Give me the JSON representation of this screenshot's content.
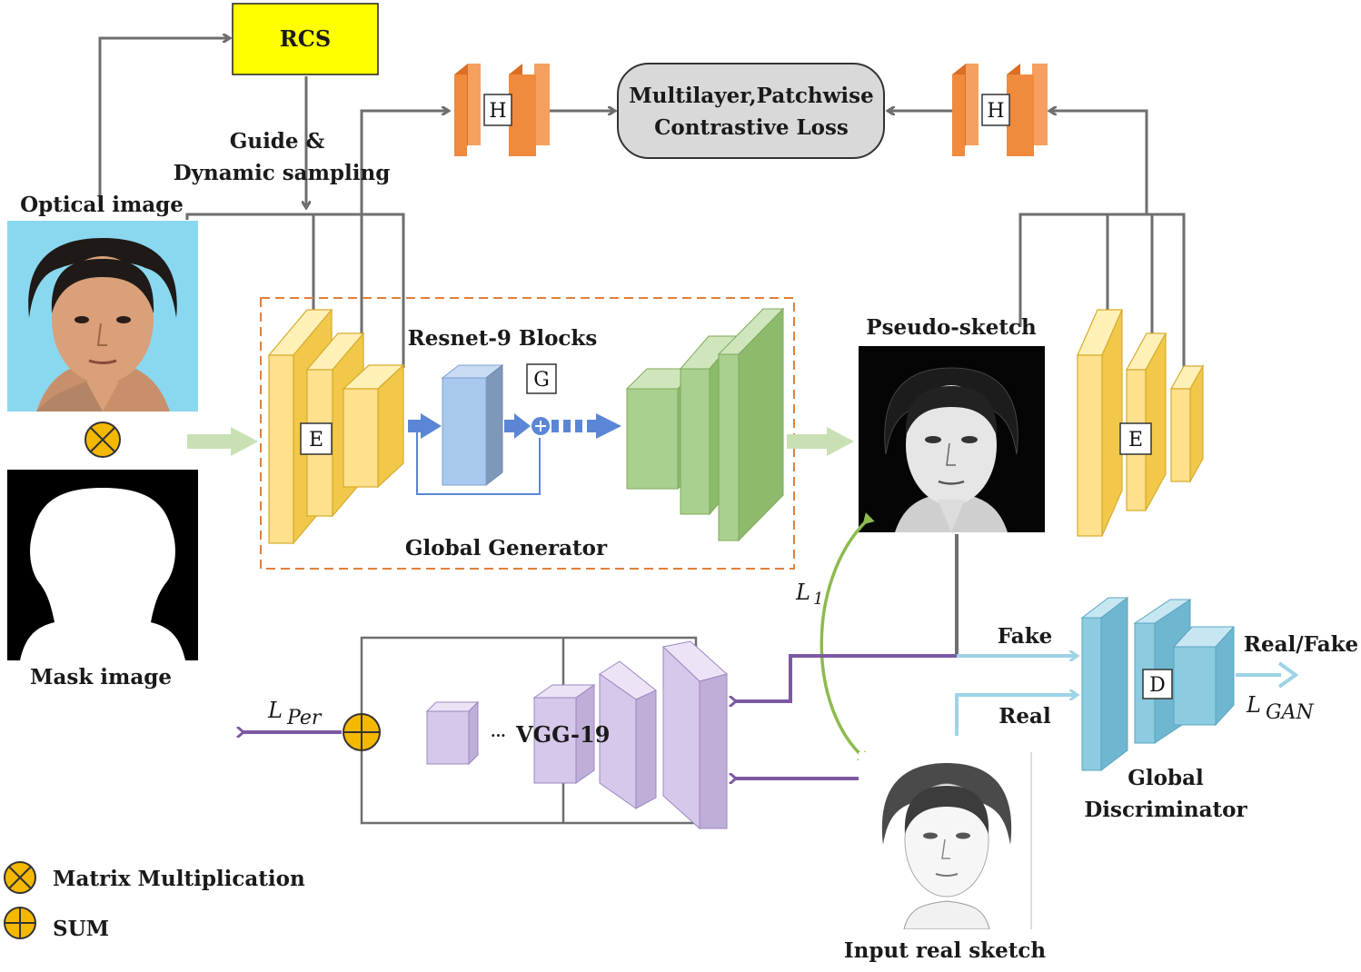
{
  "rcs": {
    "label": "RCS",
    "color": "#ffff00"
  },
  "guide": {
    "line1": "Guide &",
    "line2": "Dynamic sampling"
  },
  "contrastive_loss": {
    "line1": "Multilayer,Patchwise",
    "line2": "Contrastive Loss"
  },
  "projection_head": {
    "letter": "H",
    "color": "#f08a3c"
  },
  "optical_image": {
    "label": "Optical image"
  },
  "mask_image": {
    "label": "Mask image"
  },
  "encoder": {
    "letter": "E",
    "color": "#ffe08c"
  },
  "resnet": {
    "label": "Resnet-9 Blocks",
    "letter": "G",
    "color": "#a8c8ee"
  },
  "global_generator": {
    "label": "Global Generator"
  },
  "decoder": {
    "color": "#a9d08e"
  },
  "pseudo_sketch": {
    "label": "Pseudo-sketch"
  },
  "real_sketch": {
    "label": "Input real sketch"
  },
  "l1": {
    "main": "L",
    "sub": "1"
  },
  "lper": {
    "main": "L",
    "sub": "Per"
  },
  "lgan": {
    "main": "L",
    "sub": "GAN"
  },
  "vgg": {
    "label": "VGG-19",
    "prefix": "···",
    "color": "#d6c8ea"
  },
  "discriminator": {
    "letter": "D",
    "line1": "Global",
    "line2": "Discriminator",
    "color": "#8ccbe0",
    "fake": "Fake",
    "real": "Real",
    "output": "Real/Fake"
  },
  "legend": {
    "matrix_mult": "Matrix Multiplication",
    "sum": "SUM"
  },
  "colors": {
    "arrow_gray": "#6e6e6e",
    "purple": "#7d59a3",
    "light_blue": "#9ed3e6",
    "green_arrow": "#8dbb4f",
    "orange_dash": "#e0803a",
    "op_fill": "#f5b800"
  }
}
